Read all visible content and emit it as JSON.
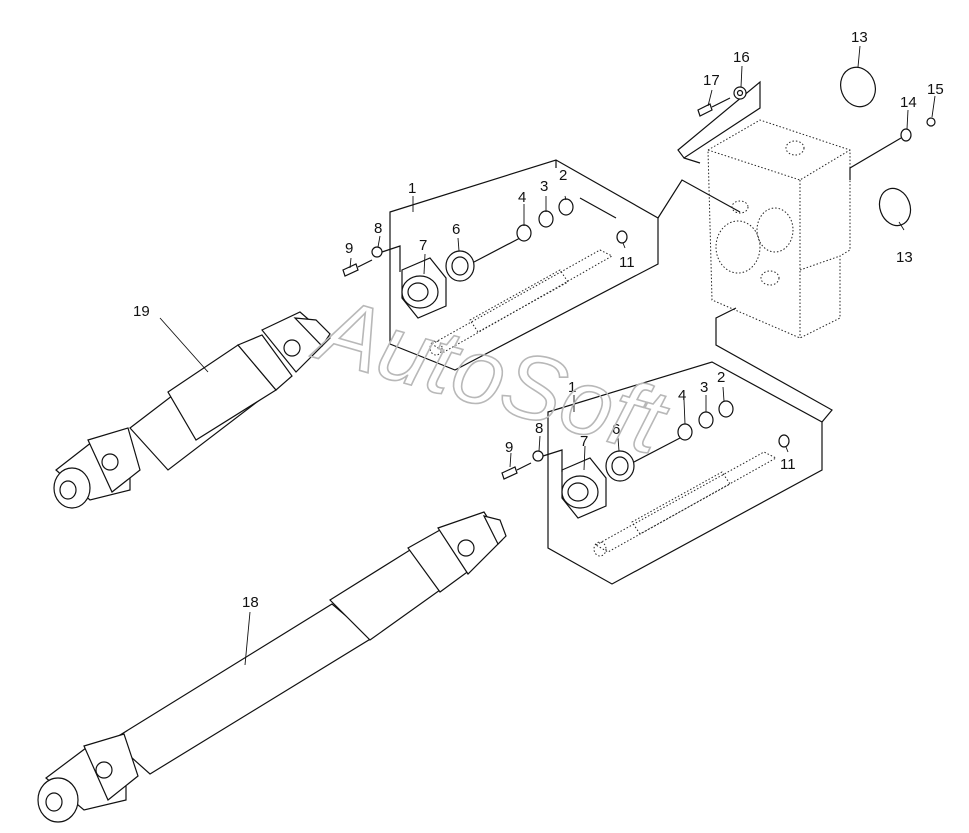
{
  "watermark": "AutoSoft",
  "callouts": {
    "c1a": "1",
    "c2a": "2",
    "c3a": "3",
    "c4a": "4",
    "c6a": "6",
    "c7a": "7",
    "c8a": "8",
    "c9a": "9",
    "c11a": "11",
    "c1b": "1",
    "c2b": "2",
    "c3b": "3",
    "c4b": "4",
    "c6b": "6",
    "c7b": "7",
    "c8b": "8",
    "c9b": "9",
    "c11b": "11",
    "c13a": "13",
    "c13b": "13",
    "c14": "14",
    "c15": "15",
    "c16": "16",
    "c17": "17",
    "c18": "18",
    "c19": "19"
  },
  "colors": {
    "line": "#111111",
    "watermark": "#b8b8b8",
    "background": "#ffffff"
  }
}
